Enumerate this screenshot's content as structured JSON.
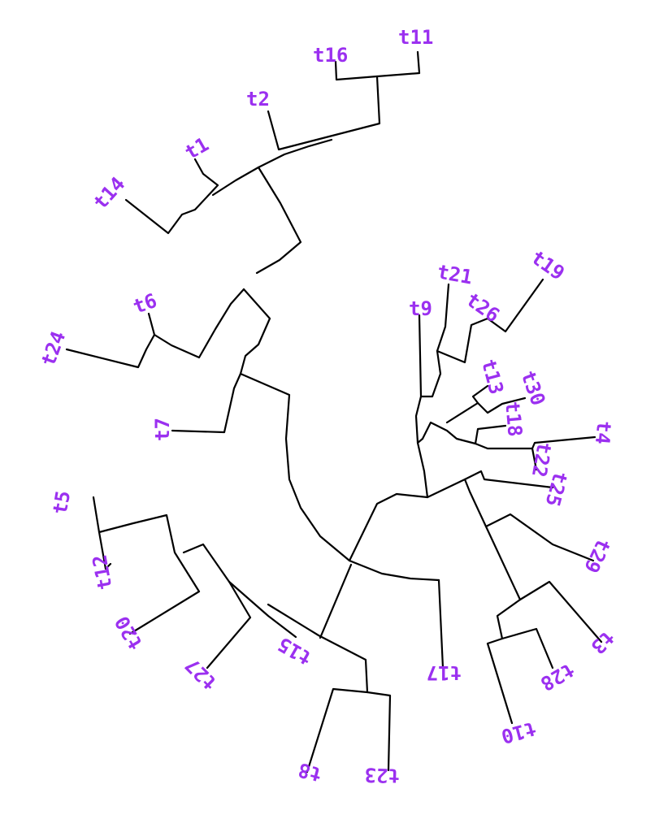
{
  "tree": {
    "label_color": "#9b30f0",
    "line_color": "#000000",
    "tips": [
      {
        "id": "tip-t11",
        "label": "t11"
      },
      {
        "id": "tip-t16",
        "label": "t16"
      },
      {
        "id": "tip-t2",
        "label": "t2"
      },
      {
        "id": "tip-t1",
        "label": "t1"
      },
      {
        "id": "tip-t14",
        "label": "t14"
      },
      {
        "id": "tip-t6",
        "label": "t6"
      },
      {
        "id": "tip-t24",
        "label": "t24"
      },
      {
        "id": "tip-t7",
        "label": "t7"
      },
      {
        "id": "tip-t5",
        "label": "t5"
      },
      {
        "id": "tip-t12",
        "label": "t12"
      },
      {
        "id": "tip-t20",
        "label": "t20"
      },
      {
        "id": "tip-t27",
        "label": "t27"
      },
      {
        "id": "tip-t15",
        "label": "t15"
      },
      {
        "id": "tip-t8",
        "label": "t8"
      },
      {
        "id": "tip-t23",
        "label": "t23"
      },
      {
        "id": "tip-t17",
        "label": "t17"
      },
      {
        "id": "tip-t10",
        "label": "t10"
      },
      {
        "id": "tip-t28",
        "label": "t28"
      },
      {
        "id": "tip-t3",
        "label": "t3"
      },
      {
        "id": "tip-t29",
        "label": "t29"
      },
      {
        "id": "tip-t25",
        "label": "t25"
      },
      {
        "id": "tip-t22",
        "label": "t22"
      },
      {
        "id": "tip-t4",
        "label": "t4"
      },
      {
        "id": "tip-t18",
        "label": "t18"
      },
      {
        "id": "tip-t30",
        "label": "t30"
      },
      {
        "id": "tip-t13",
        "label": "t13"
      },
      {
        "id": "tip-t19",
        "label": "t19"
      },
      {
        "id": "tip-t26",
        "label": "t26"
      },
      {
        "id": "tip-t21",
        "label": "t21"
      },
      {
        "id": "tip-t9",
        "label": "t9"
      }
    ]
  }
}
